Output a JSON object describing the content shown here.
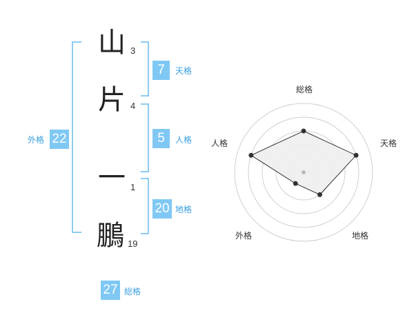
{
  "name": {
    "characters": [
      {
        "char": "山",
        "strokes": "3"
      },
      {
        "char": "片",
        "strokes": "4"
      },
      {
        "char": "一",
        "strokes": "1"
      },
      {
        "char": "鵬",
        "strokes": "19"
      }
    ]
  },
  "fortunes": {
    "tenkaku": {
      "value": "7",
      "label": "天格"
    },
    "jinkaku": {
      "value": "5",
      "label": "人格"
    },
    "chikaku": {
      "value": "20",
      "label": "地格"
    },
    "gaikaku": {
      "value": "22",
      "label": "外格"
    },
    "soukaku": {
      "value": "27",
      "label": "総格"
    }
  },
  "colors": {
    "badge": "#7fc8f4",
    "bracket": "#8ccbf2",
    "badge_label": "#3aa0e0",
    "radar_fill": "#eeeeee"
  },
  "chart_data": {
    "type": "radar",
    "axes": [
      "総格",
      "天格",
      "地格",
      "外格",
      "人格"
    ],
    "levels": 5,
    "values": [
      3,
      4,
      2,
      1,
      4
    ],
    "max": 5
  }
}
